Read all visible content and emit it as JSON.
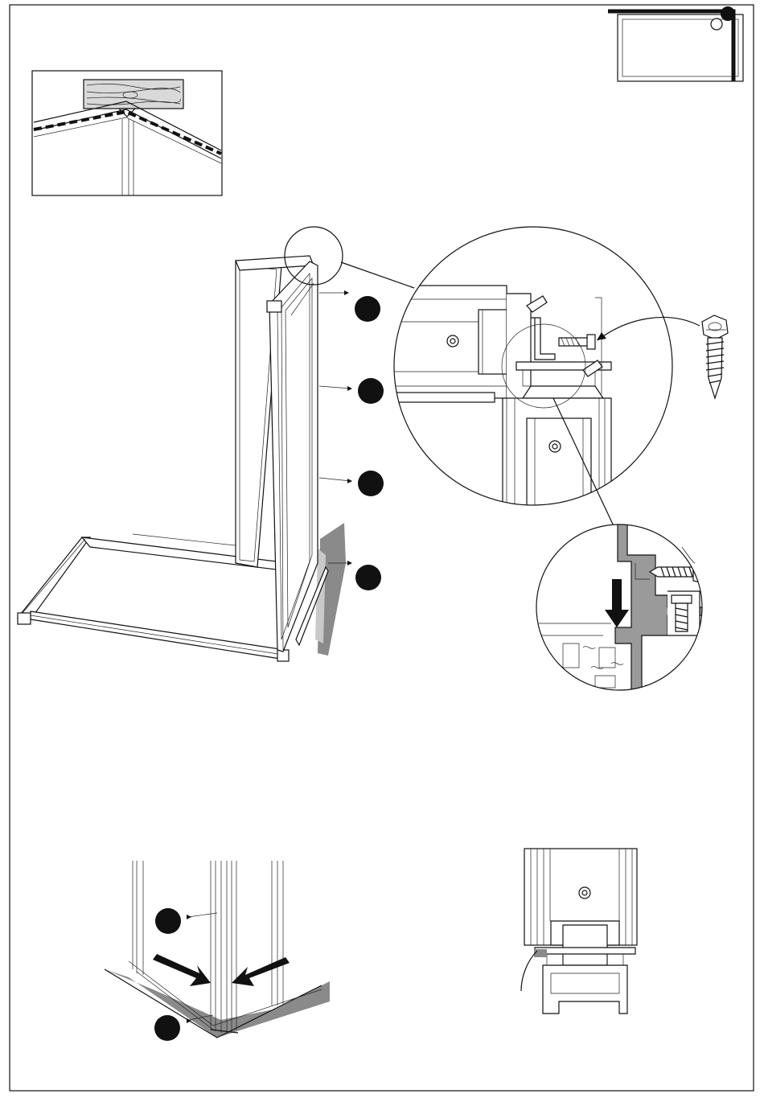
{
  "colors": {
    "ink": "#111111",
    "shadow": "#8a8a8a",
    "paper": "#ffffff",
    "arrow": "#1a1a1a"
  },
  "icons": {
    "step_marker": "filled-black-circle",
    "screw": "self-drilling-hex-head-screw",
    "push_arrow": "heavy-black-arrow",
    "location_indicator": "corner-dot-on-plan"
  },
  "step_markers_count": 6,
  "text": {}
}
